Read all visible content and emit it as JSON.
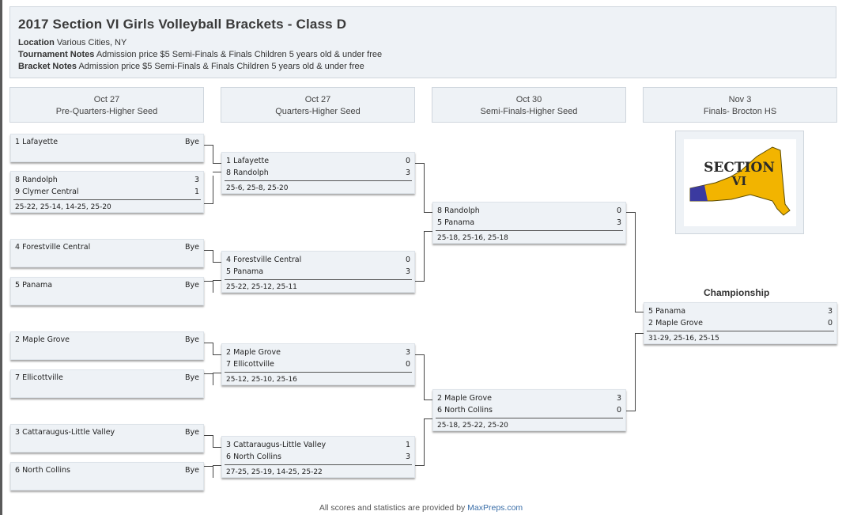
{
  "header": {
    "title": "2017 Section VI Girls Volleyball Brackets - Class D",
    "location_label": "Location",
    "location_value": "Various Cities, NY",
    "tournament_notes_label": "Tournament Notes",
    "tournament_notes_value": "Admission price $5 Semi-Finals & Finals Children 5 years old  & under free",
    "bracket_notes_label": "Bracket Notes",
    "bracket_notes_value": "Admission price $5 Semi-Finals & Finals Children 5 years old  & under free"
  },
  "rounds": [
    {
      "date": "Oct 27",
      "name": "Pre-Quarters-Higher Seed"
    },
    {
      "date": "Oct 27",
      "name": "Quarters-Higher Seed"
    },
    {
      "date": "Oct 30",
      "name": "Semi-Finals-Higher Seed"
    },
    {
      "date": "Nov 3",
      "name": "Finals- Brocton HS"
    }
  ],
  "pre_quarters": [
    {
      "teams": [
        {
          "name": "1 Lafayette",
          "score": "Bye"
        }
      ],
      "scores": ""
    },
    {
      "teams": [
        {
          "name": "8 Randolph",
          "score": "3"
        },
        {
          "name": "9 Clymer Central",
          "score": "1"
        }
      ],
      "scores": "25-22, 25-14, 14-25, 25-20"
    },
    {
      "teams": [
        {
          "name": "4 Forestville Central",
          "score": "Bye"
        }
      ],
      "scores": ""
    },
    {
      "teams": [
        {
          "name": "5 Panama",
          "score": "Bye"
        }
      ],
      "scores": ""
    },
    {
      "teams": [
        {
          "name": "2 Maple Grove",
          "score": "Bye"
        }
      ],
      "scores": ""
    },
    {
      "teams": [
        {
          "name": "7 Ellicottville",
          "score": "Bye"
        }
      ],
      "scores": ""
    },
    {
      "teams": [
        {
          "name": "3 Cattaraugus-Little Valley",
          "score": "Bye"
        }
      ],
      "scores": ""
    },
    {
      "teams": [
        {
          "name": "6 North Collins",
          "score": "Bye"
        }
      ],
      "scores": ""
    }
  ],
  "quarters": [
    {
      "teams": [
        {
          "name": "1 Lafayette",
          "score": "0"
        },
        {
          "name": "8 Randolph",
          "score": "3"
        }
      ],
      "scores": "25-6, 25-8, 25-20"
    },
    {
      "teams": [
        {
          "name": "4 Forestville Central",
          "score": "0"
        },
        {
          "name": "5 Panama",
          "score": "3"
        }
      ],
      "scores": "25-22, 25-12, 25-11"
    },
    {
      "teams": [
        {
          "name": "2 Maple Grove",
          "score": "3"
        },
        {
          "name": "7 Ellicottville",
          "score": "0"
        }
      ],
      "scores": "25-12, 25-10, 25-16"
    },
    {
      "teams": [
        {
          "name": "3 Cattaraugus-Little Valley",
          "score": "1"
        },
        {
          "name": "6 North Collins",
          "score": "3"
        }
      ],
      "scores": "27-25, 25-19, 14-25, 25-22"
    }
  ],
  "semis": [
    {
      "teams": [
        {
          "name": "8 Randolph",
          "score": "0"
        },
        {
          "name": "5 Panama",
          "score": "3"
        }
      ],
      "scores": "25-18, 25-16, 25-18"
    },
    {
      "teams": [
        {
          "name": "2 Maple Grove",
          "score": "3"
        },
        {
          "name": "6 North Collins",
          "score": "0"
        }
      ],
      "scores": "25-18, 25-22, 25-20"
    }
  ],
  "finals": {
    "title": "Championship",
    "teams": [
      {
        "name": "5 Panama",
        "score": "3"
      },
      {
        "name": "2 Maple Grove",
        "score": "0"
      }
    ],
    "scores": "31-29, 25-16, 25-15"
  },
  "logo": {
    "line1": "SECTION",
    "line2": "VI",
    "state_color": "#f2b400",
    "region_color": "#3b3aa0"
  },
  "footer": {
    "text": "All scores and statistics are provided by",
    "link": "MaxPreps.com"
  }
}
